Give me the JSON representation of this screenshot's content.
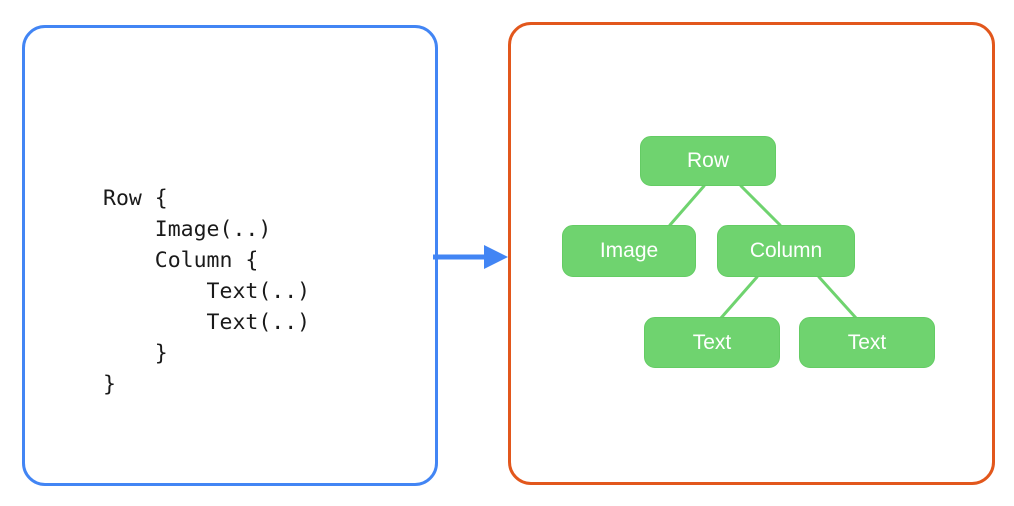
{
  "diagram": {
    "code_panel": {
      "border_color": "#4285F4",
      "code_text": "Row {\n    Image(..)\n    Column {\n        Text(..)\n        Text(..)\n    }\n}"
    },
    "arrow": {
      "color": "#4285F4",
      "direction": "right",
      "name": "transforms-into"
    },
    "tree_panel": {
      "border_color": "#E2571C",
      "node_fill": "#6FD36F",
      "node_text_color": "#FFFFFF",
      "edge_color": "#6FD36F",
      "nodes": [
        {
          "id": "row",
          "label": "Row"
        },
        {
          "id": "image",
          "label": "Image"
        },
        {
          "id": "column",
          "label": "Column"
        },
        {
          "id": "text1",
          "label": "Text"
        },
        {
          "id": "text2",
          "label": "Text"
        }
      ],
      "edges": [
        {
          "from": "row",
          "to": "image"
        },
        {
          "from": "row",
          "to": "column"
        },
        {
          "from": "column",
          "to": "text1"
        },
        {
          "from": "column",
          "to": "text2"
        }
      ]
    }
  }
}
